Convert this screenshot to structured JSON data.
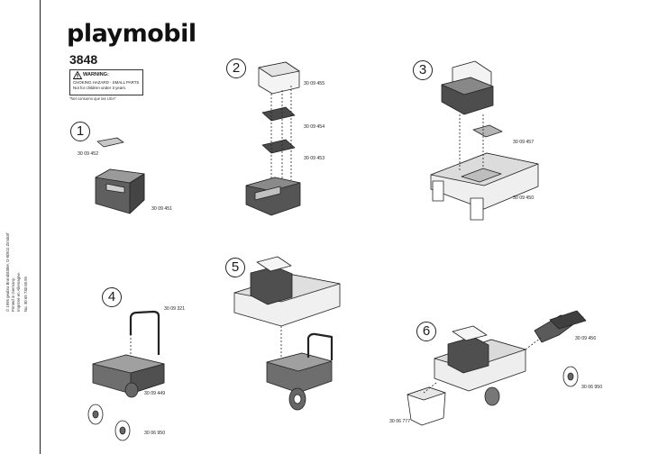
{
  "brand": "playmobil",
  "model_number": "3848",
  "warning": {
    "title": "WARNING:",
    "line1": "CHOKING HAZARD - SMALL PARTS",
    "line2": "Not for children under 3 years."
  },
  "note": "\"Nel consumo que las USA\"",
  "side_text": {
    "line1": "© 1995 geobra Brandstätter, D-90511 Zirndorf",
    "line2": "Printed in Germany.",
    "line3": "Imprimé en Allemagne.",
    "line4": "No. 30 69 730     09.95"
  },
  "steps": [
    {
      "number": "1",
      "parts": [
        "30 09 452",
        "30 09 451"
      ]
    },
    {
      "number": "2",
      "parts": [
        "30 09 455",
        "30 09 454",
        "30 09 453"
      ]
    },
    {
      "number": "3",
      "parts": [
        "30 09 457",
        "30 09 450"
      ]
    },
    {
      "number": "4",
      "parts": [
        "30 09 321",
        "30 09 449",
        "30 06 950"
      ]
    },
    {
      "number": "5",
      "parts": []
    },
    {
      "number": "6",
      "parts": [
        "30 09 456",
        "30 06 950",
        "30 06 777"
      ]
    }
  ],
  "icons": [
    "warning-triangle-icon"
  ]
}
